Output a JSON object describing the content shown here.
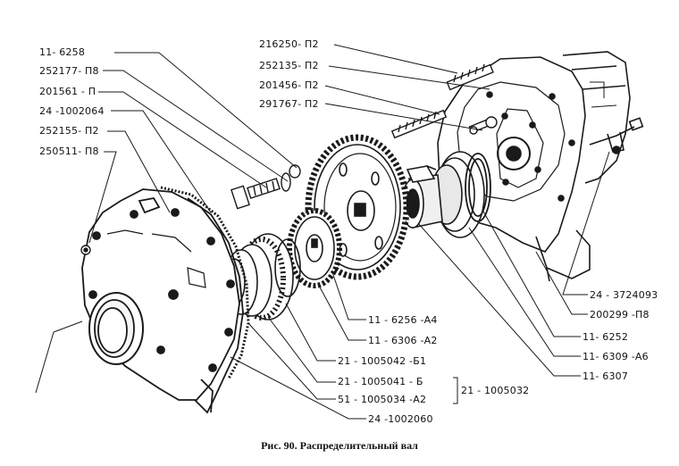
{
  "figure": {
    "caption": "Рис. 90. Распределительный вал",
    "labels": {
      "l_6258": "11- 6258",
      "l_252177": "252177- П8",
      "l_201561": "201561 - П",
      "l_24_1002064": "24 -1002064",
      "l_252155": "252155- П2",
      "l_250511": "250511- П8",
      "l_216250": "216250- П2",
      "l_252135": "252135- П2",
      "l_201456": "201456- П2",
      "l_291767": "291767- П2",
      "l_24_3724093": "24 - 3724093",
      "l_200299": "200299 -П8",
      "l_6252": "11- 6252",
      "l_6309": "11- 6309 -А6",
      "l_6307": "11- 6307",
      "l_6256": "11 - 6256 -А4",
      "l_6306": "11 - 6306 -А2",
      "l_1005042": "21 - 1005042 -Б1",
      "l_1005041": "21 - 1005041 - Б",
      "l_1005034": "51 - 1005034 -А2",
      "l_1005032": "21 - 1005032",
      "l_1002060": "24 -1002060"
    }
  }
}
